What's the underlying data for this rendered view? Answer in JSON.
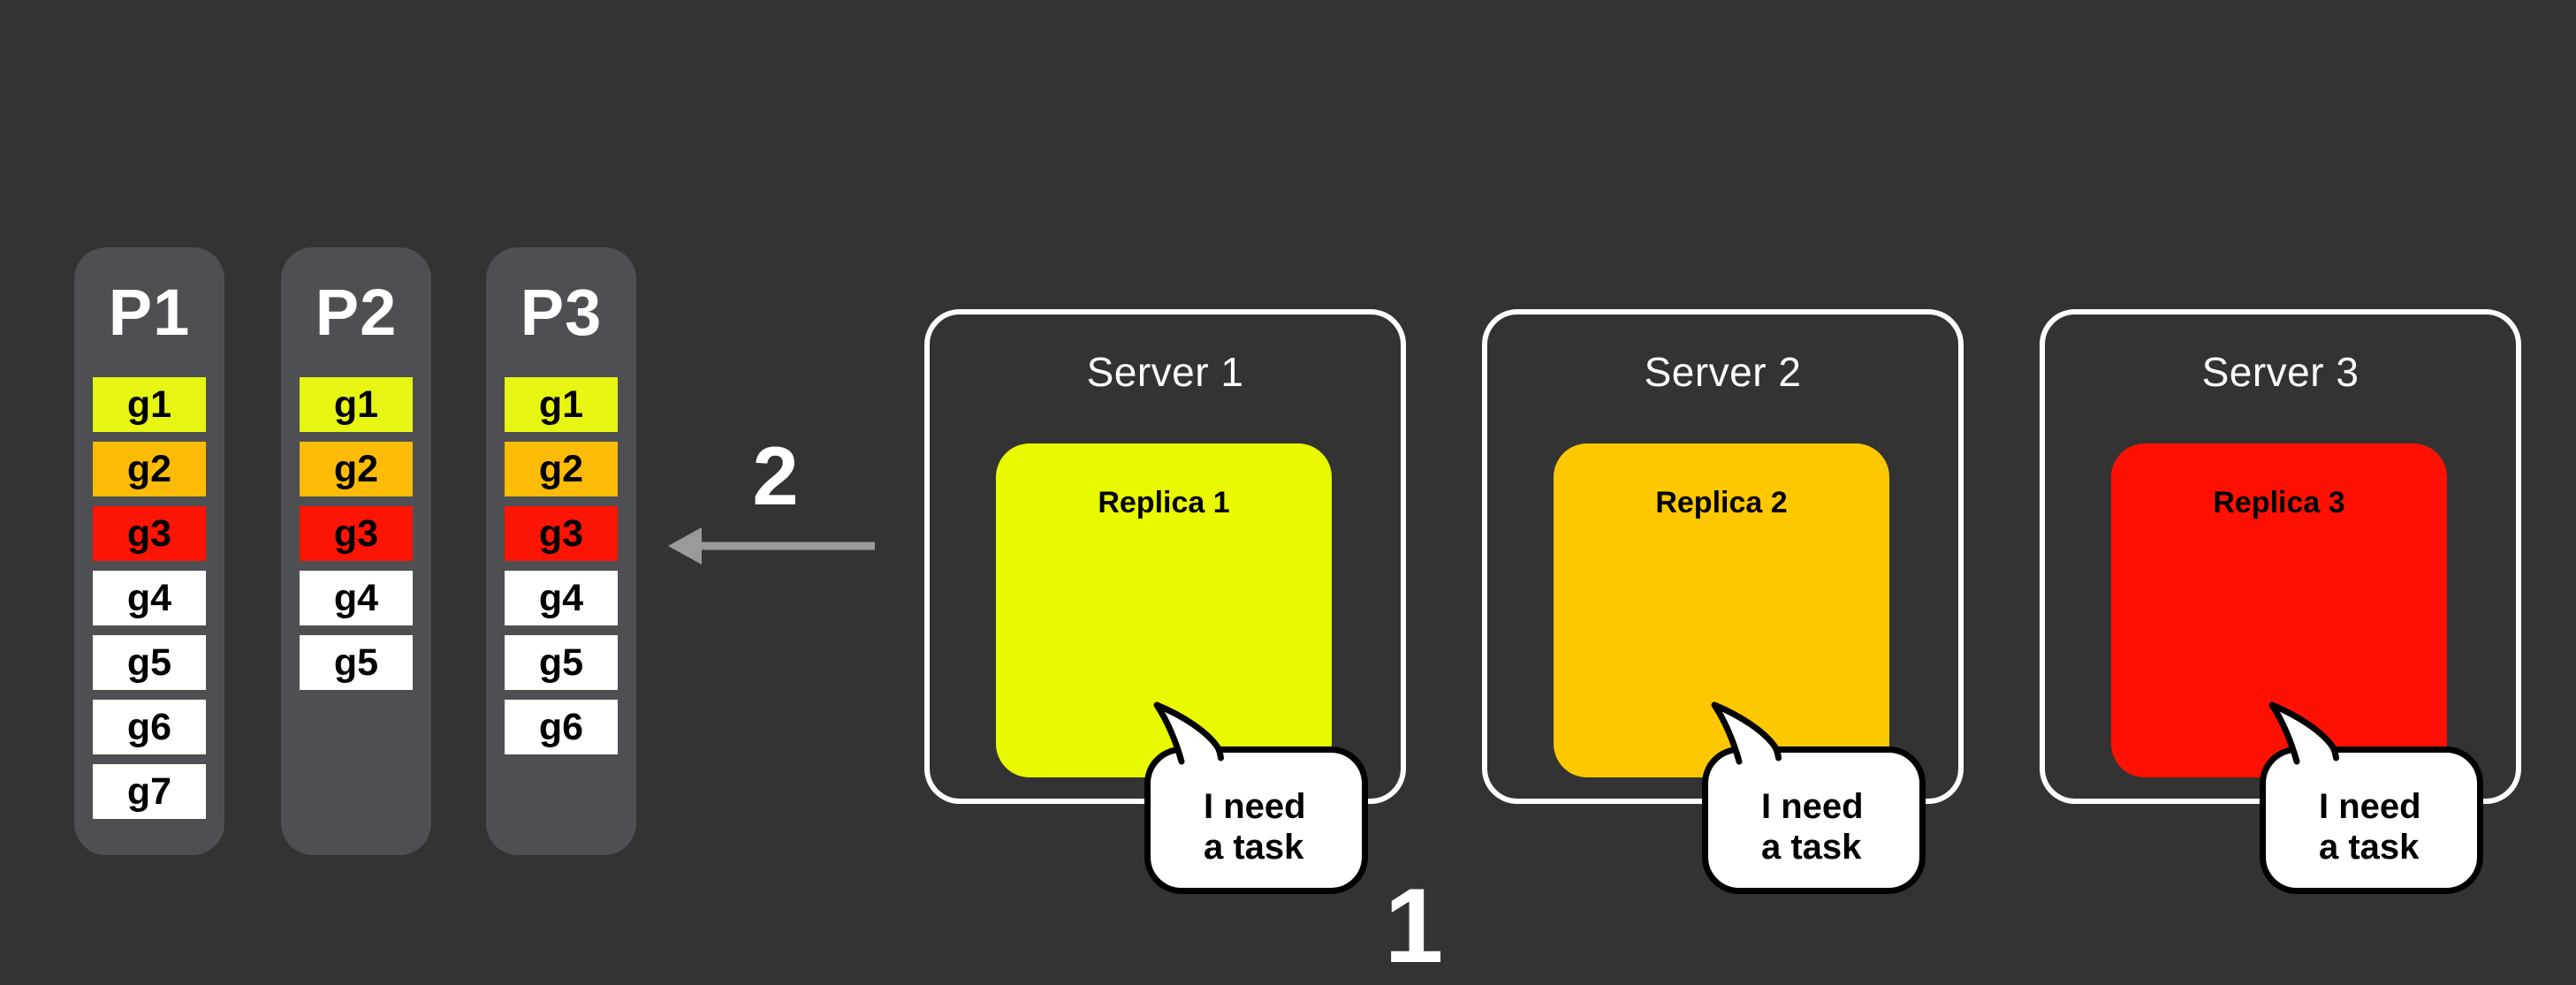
{
  "colors": {
    "background": "#333333",
    "partition_bg": "#4D4F52",
    "cell_white": "#FFFFFF",
    "task_yellow": "#E7F512",
    "task_amber": "#FCBB06",
    "task_red": "#FC1405",
    "replica_yellow": "#E9FA00",
    "replica_amber": "#FEC800",
    "replica_red": "#FE1103",
    "arrow_gray": "#9A9A9A",
    "server_border": "#FFFFFF",
    "bubble_border": "#000000",
    "text_light": "#FFFFFF",
    "text_dark": "#000000"
  },
  "icons": {
    "flow_arrow": "arrow-left-icon",
    "bubble_tail": "speech-tail-icon"
  },
  "partitions": [
    {
      "label": "P1",
      "tasks": [
        {
          "id": "g1",
          "color": "#E7F512"
        },
        {
          "id": "g2",
          "color": "#FCBB06"
        },
        {
          "id": "g3",
          "color": "#FC1405"
        },
        {
          "id": "g4",
          "color": "#FFFFFF"
        },
        {
          "id": "g5",
          "color": "#FFFFFF"
        },
        {
          "id": "g6",
          "color": "#FFFFFF"
        },
        {
          "id": "g7",
          "color": "#FFFFFF"
        }
      ]
    },
    {
      "label": "P2",
      "tasks": [
        {
          "id": "g1",
          "color": "#E7F512"
        },
        {
          "id": "g2",
          "color": "#FCBB06"
        },
        {
          "id": "g3",
          "color": "#FC1405"
        },
        {
          "id": "g4",
          "color": "#FFFFFF"
        },
        {
          "id": "g5",
          "color": "#FFFFFF"
        }
      ]
    },
    {
      "label": "P3",
      "tasks": [
        {
          "id": "g1",
          "color": "#E7F512"
        },
        {
          "id": "g2",
          "color": "#FCBB06"
        },
        {
          "id": "g3",
          "color": "#FC1405"
        },
        {
          "id": "g4",
          "color": "#FFFFFF"
        },
        {
          "id": "g5",
          "color": "#FFFFFF"
        },
        {
          "id": "g6",
          "color": "#FFFFFF"
        }
      ]
    }
  ],
  "steps": {
    "step1_label": "1",
    "step2_label": "2"
  },
  "servers": [
    {
      "name": "Server 1",
      "replica": {
        "name": "Replica 1",
        "color": "#E9FA00"
      },
      "bubble": {
        "line1": "I need",
        "line2": "a task"
      }
    },
    {
      "name": "Server 2",
      "replica": {
        "name": "Replica 2",
        "color": "#FEC800"
      },
      "bubble": {
        "line1": "I need",
        "line2": "a task"
      }
    },
    {
      "name": "Server 3",
      "replica": {
        "name": "Replica 3",
        "color": "#FE1103"
      },
      "bubble": {
        "line1": "I need",
        "line2": "a task"
      }
    }
  ]
}
